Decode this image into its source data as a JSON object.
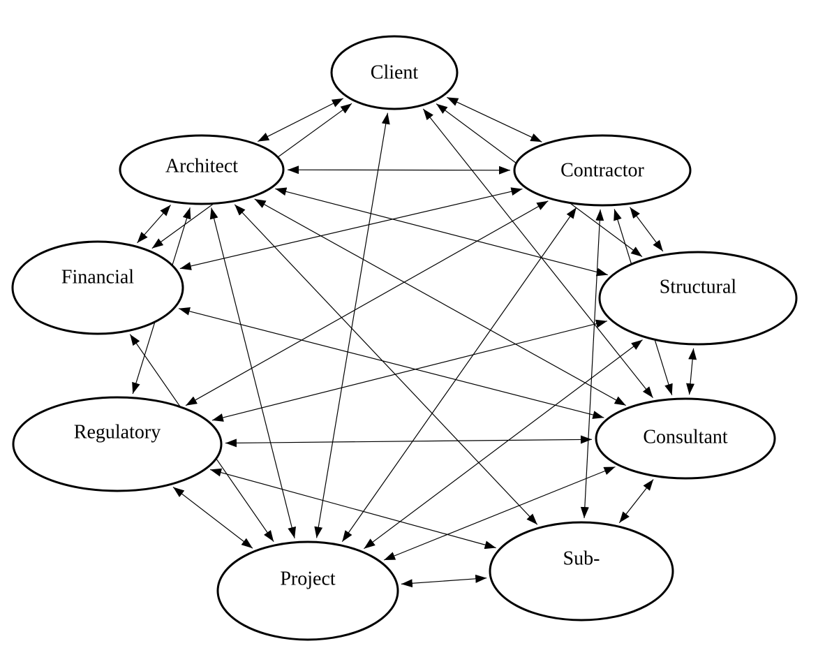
{
  "diagram": {
    "colors": {
      "stroke": "#000000",
      "fill": "#ffffff",
      "text": "#000000"
    },
    "nodes": [
      {
        "id": "client",
        "label": "Client"
      },
      {
        "id": "architect",
        "label": "Architect"
      },
      {
        "id": "contractor",
        "label": "Contractor"
      },
      {
        "id": "financial",
        "label": "Financial"
      },
      {
        "id": "structural",
        "label": "Structural"
      },
      {
        "id": "regulatory",
        "label": "Regulatory"
      },
      {
        "id": "consultant",
        "label": "Consultant"
      },
      {
        "id": "project",
        "label": "Project"
      },
      {
        "id": "sub",
        "label": "Sub-"
      }
    ],
    "edges": [
      {
        "from": "client",
        "to": "architect",
        "direction": "both"
      },
      {
        "from": "client",
        "to": "contractor",
        "direction": "both"
      },
      {
        "from": "client",
        "to": "financial",
        "direction": "both"
      },
      {
        "from": "client",
        "to": "project",
        "direction": "both"
      },
      {
        "from": "client",
        "to": "structural",
        "direction": "both"
      },
      {
        "from": "client",
        "to": "consultant",
        "direction": "both"
      },
      {
        "from": "architect",
        "to": "contractor",
        "direction": "both"
      },
      {
        "from": "architect",
        "to": "financial",
        "direction": "both"
      },
      {
        "from": "architect",
        "to": "regulatory",
        "direction": "both"
      },
      {
        "from": "architect",
        "to": "project",
        "direction": "both"
      },
      {
        "from": "architect",
        "to": "structural",
        "direction": "both"
      },
      {
        "from": "architect",
        "to": "consultant",
        "direction": "both"
      },
      {
        "from": "architect",
        "to": "sub",
        "direction": "both"
      },
      {
        "from": "contractor",
        "to": "financial",
        "direction": "both"
      },
      {
        "from": "contractor",
        "to": "regulatory",
        "direction": "both"
      },
      {
        "from": "contractor",
        "to": "project",
        "direction": "both"
      },
      {
        "from": "contractor",
        "to": "structural",
        "direction": "both"
      },
      {
        "from": "contractor",
        "to": "consultant",
        "direction": "both"
      },
      {
        "from": "contractor",
        "to": "sub",
        "direction": "both"
      },
      {
        "from": "financial",
        "to": "project",
        "direction": "both"
      },
      {
        "from": "financial",
        "to": "consultant",
        "direction": "both"
      },
      {
        "from": "structural",
        "to": "regulatory",
        "direction": "both"
      },
      {
        "from": "structural",
        "to": "project",
        "direction": "both"
      },
      {
        "from": "structural",
        "to": "consultant",
        "direction": "both"
      },
      {
        "from": "regulatory",
        "to": "consultant",
        "direction": "both"
      },
      {
        "from": "regulatory",
        "to": "project",
        "direction": "both"
      },
      {
        "from": "regulatory",
        "to": "sub",
        "direction": "both"
      },
      {
        "from": "consultant",
        "to": "project",
        "direction": "both"
      },
      {
        "from": "consultant",
        "to": "sub",
        "direction": "both"
      },
      {
        "from": "project",
        "to": "sub",
        "direction": "both"
      }
    ]
  }
}
